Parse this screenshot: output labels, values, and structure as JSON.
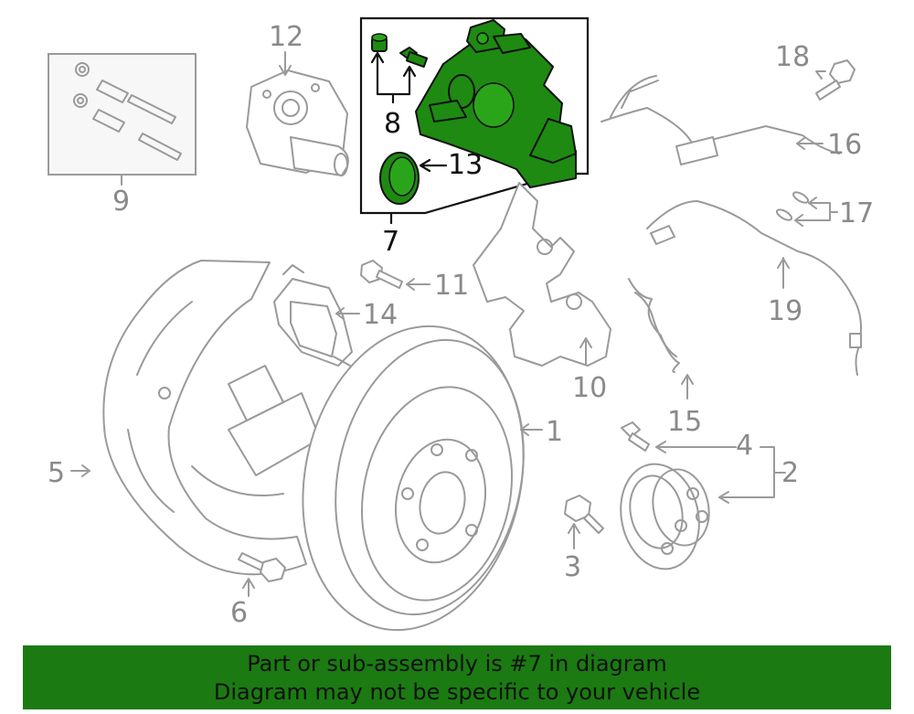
{
  "callouts": {
    "c1": "1",
    "c2": "2",
    "c3": "3",
    "c4": "4",
    "c5": "5",
    "c6": "6",
    "c7": "7",
    "c8": "8",
    "c9": "9",
    "c10": "10",
    "c11": "11",
    "c12": "12",
    "c13": "13",
    "c14": "14",
    "c15": "15",
    "c16": "16",
    "c17": "17",
    "c18": "18",
    "c19": "19"
  },
  "highlight_color": "#1e8a12",
  "banner": {
    "line1": "Part or sub-assembly is #7 in diagram",
    "line2": "Diagram may not be specific to your vehicle",
    "background": "#1b7a12"
  }
}
